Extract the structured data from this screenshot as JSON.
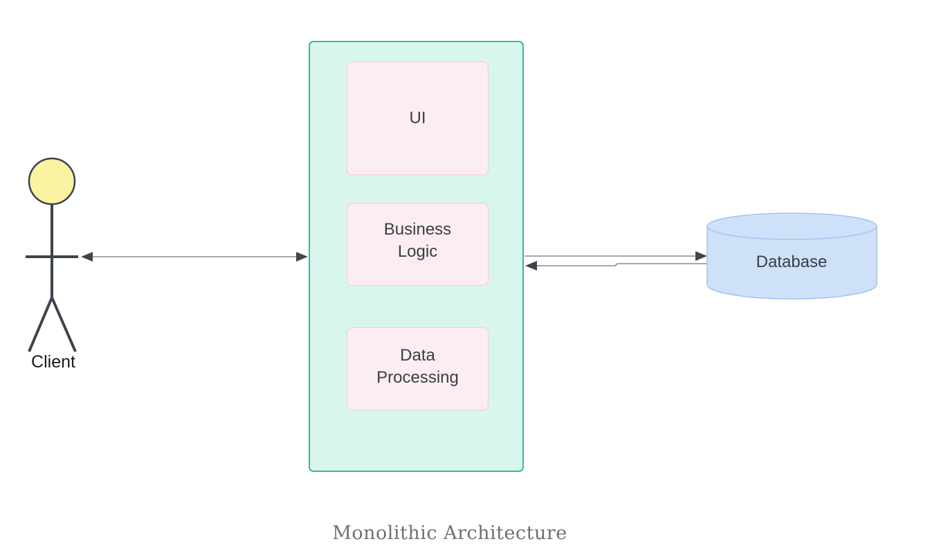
{
  "title": "Monolithic Architecture",
  "actor": {
    "label": "Client"
  },
  "monolith": {
    "modules": [
      {
        "label": "UI"
      },
      {
        "label": "Business Logic"
      },
      {
        "label": "Data Processing"
      }
    ]
  },
  "database": {
    "label": "Database"
  },
  "connections": [
    {
      "from": "Client",
      "to": "Monolith",
      "direction": "bidirectional"
    },
    {
      "from": "Monolith",
      "to": "Database",
      "direction": "right"
    },
    {
      "from": "Database",
      "to": "Monolith",
      "direction": "left"
    }
  ],
  "colors": {
    "container_fill": "#d8f5ee",
    "container_border": "#3cb79c",
    "module_fill": "#fcedf1",
    "module_border": "#f3c9d8",
    "db_fill": "#cfe0f9",
    "db_border": "#a9c4f0",
    "actor_head_fill": "#faf3a2",
    "actor_stroke": "#3c434d",
    "arrow_line": "#8a8a8a",
    "arrow_head": "#3f454e",
    "label_text": "#373e47",
    "title_text": "#716f6f"
  }
}
